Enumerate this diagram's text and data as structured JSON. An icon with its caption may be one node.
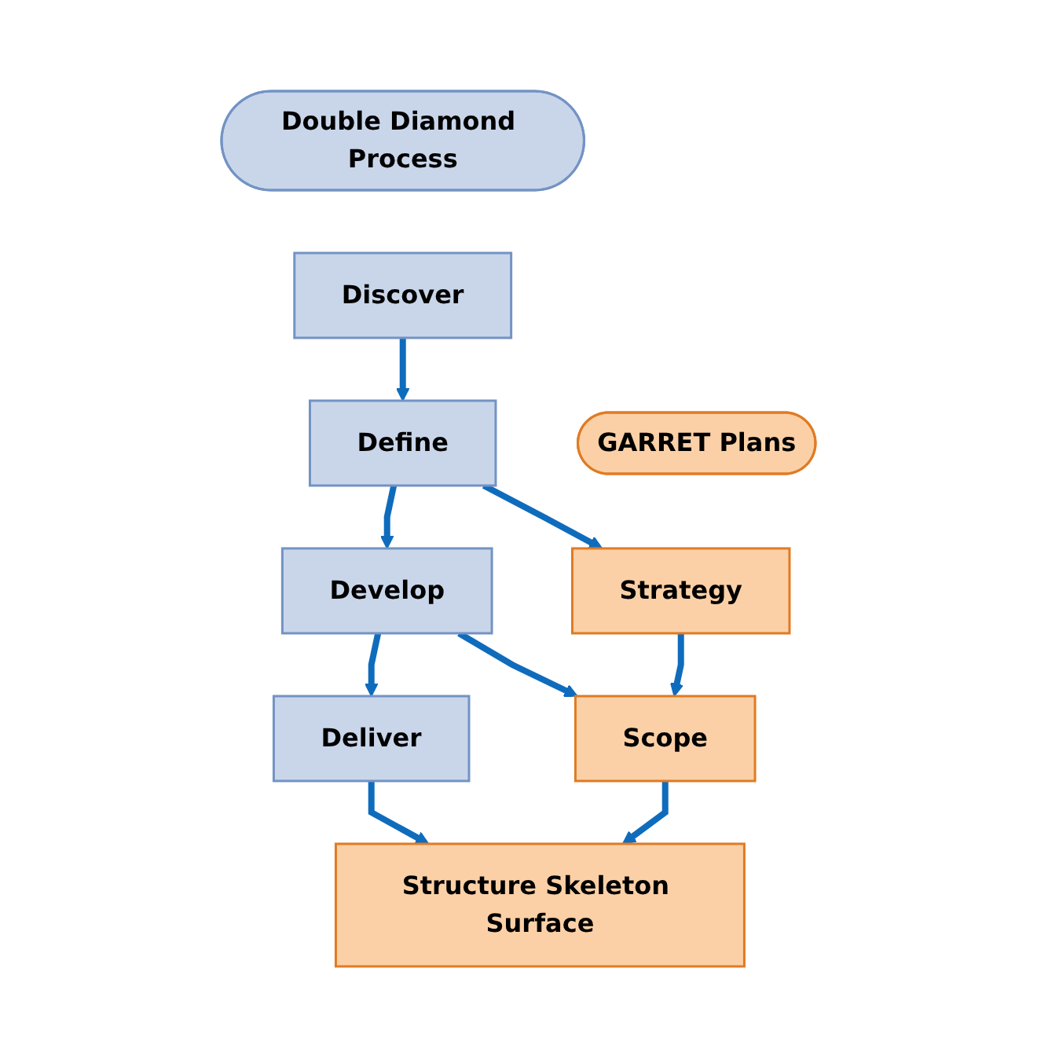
{
  "diagram": {
    "nodes": [
      {
        "text": [
          "Double Diamond Process"
        ]
      },
      {
        "text": [
          "GARRET Plans"
        ]
      },
      {
        "text": [
          "Discover"
        ]
      },
      {
        "text": [
          "Define"
        ]
      },
      {
        "text": [
          "Develop"
        ]
      },
      {
        "text": [
          "Deliver"
        ]
      },
      {
        "text": [
          "Strategy"
        ]
      },
      {
        "text": [
          "Scope"
        ]
      },
      {
        "text": [
          "Structure Skeleton Surface"
        ]
      }
    ],
    "edges": [
      {
        "from": 2,
        "to": 3,
        "arrow": "to"
      },
      {
        "from": 3,
        "to": 4,
        "arrow": "to"
      },
      {
        "from": 4,
        "to": 5,
        "arrow": "to"
      },
      {
        "from": 3,
        "to": 6,
        "arrow": "to"
      },
      {
        "from": 4,
        "to": 7,
        "arrow": "to"
      },
      {
        "from": 5,
        "to": 8,
        "arrow": "to"
      },
      {
        "from": 6,
        "to": 7,
        "arrow": "to"
      },
      {
        "from": 7,
        "to": 8,
        "arrow": "to"
      }
    ]
  }
}
